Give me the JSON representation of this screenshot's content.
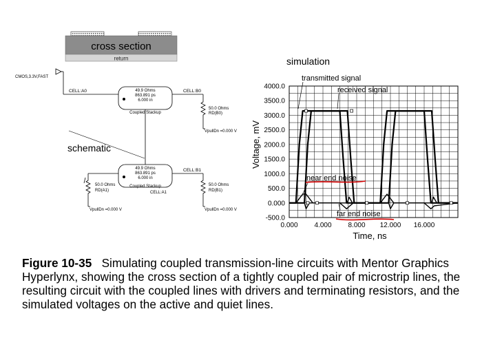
{
  "cross_section": {
    "title": "cross section",
    "return_label": "return"
  },
  "schematic": {
    "label": "schematic",
    "driver_label": "CMOS,3.3V,FAST",
    "cell_a0": "CELL:A0",
    "cell_b0": "CELL:B0",
    "cell_b1": "CELL:B1",
    "cell_a1": "CELL:A1",
    "line_ohms": "49.9 Ohms",
    "line_delay": "863.891 ps",
    "line_length": "6.000 in",
    "line_name": "Coupled Stackup",
    "term_ohms": "50.0 Ohms",
    "rd_b0": "RD(B0)",
    "rd_b1": "RD(B1)",
    "rd_a1": "RD(A1)",
    "vpull": "VpullDn =0.000 V"
  },
  "caption": {
    "figure_label": "Figure 10-35",
    "text": "Simulating coupled transmission-line circuits with Mentor Graphics Hyperlynx, showing the cross section of a tightly coupled pair of microstrip lines, the resulting circuit with the coupled lines with drivers and terminating resistors, and the simulated voltages on the active and quiet lines."
  },
  "chart_data": {
    "type": "line",
    "title": "simulation",
    "xlabel": "Time, ns",
    "ylabel": "Voltage, mV",
    "xlim": [
      0,
      20
    ],
    "ylim": [
      -500,
      4000
    ],
    "x_ticks": [
      "0.000",
      "4.000",
      "8.000",
      "12.000",
      "16.000"
    ],
    "x_tick_values": [
      0,
      4,
      8,
      12,
      16
    ],
    "y_ticks": [
      "4000.0",
      "3500.0",
      "3000.0",
      "2500.0",
      "2000.0",
      "1500.0",
      "1000.0",
      "500.0",
      "0.000",
      "-500.0"
    ],
    "y_tick_values": [
      4000,
      3500,
      3000,
      2500,
      2000,
      1500,
      1000,
      500,
      0,
      -500
    ],
    "grid": true,
    "annotations": [
      "transmitted signal",
      "received signal",
      "near end noise",
      "far end noise"
    ],
    "series": [
      {
        "x": [
          0,
          0.8,
          1.2,
          1.6,
          6.0,
          6.4,
          6.8,
          10.8,
          11.2,
          11.6,
          16.0,
          16.4,
          16.8,
          20
        ],
        "y": [
          0,
          0,
          2000,
          3150,
          3150,
          1500,
          0,
          0,
          2000,
          3150,
          3150,
          1500,
          0,
          0
        ]
      },
      {
        "x": [
          0,
          1.8,
          2.2,
          2.6,
          6.9,
          7.3,
          7.7,
          11.8,
          12.2,
          12.6,
          16.9,
          17.3,
          17.7,
          20
        ],
        "y": [
          0,
          0,
          2000,
          3150,
          3150,
          1500,
          0,
          0,
          2000,
          3150,
          3150,
          1500,
          0,
          0
        ]
      },
      {
        "x": [
          0,
          0.8,
          1.2,
          1.6,
          2.0,
          2.4,
          2.8,
          6.0,
          6.4,
          6.8,
          7.2,
          7.6,
          10.8,
          11.2,
          11.6,
          12.0,
          12.4,
          16.0,
          16.4,
          16.8,
          17.2,
          20
        ],
        "y": [
          0,
          0,
          150,
          300,
          300,
          150,
          0,
          0,
          -100,
          -200,
          -100,
          0,
          0,
          150,
          300,
          150,
          0,
          0,
          -100,
          -200,
          -100,
          0
        ]
      },
      {
        "x": [
          0,
          1.8,
          2.0,
          2.2,
          2.4,
          6.9,
          7.1,
          7.3,
          7.5,
          11.8,
          12.0,
          12.2,
          12.4,
          16.9,
          17.1,
          17.3,
          17.5,
          20
        ],
        "y": [
          0,
          0,
          -200,
          -100,
          0,
          0,
          200,
          100,
          0,
          0,
          -200,
          -100,
          0,
          0,
          200,
          100,
          0,
          0
        ]
      }
    ]
  }
}
